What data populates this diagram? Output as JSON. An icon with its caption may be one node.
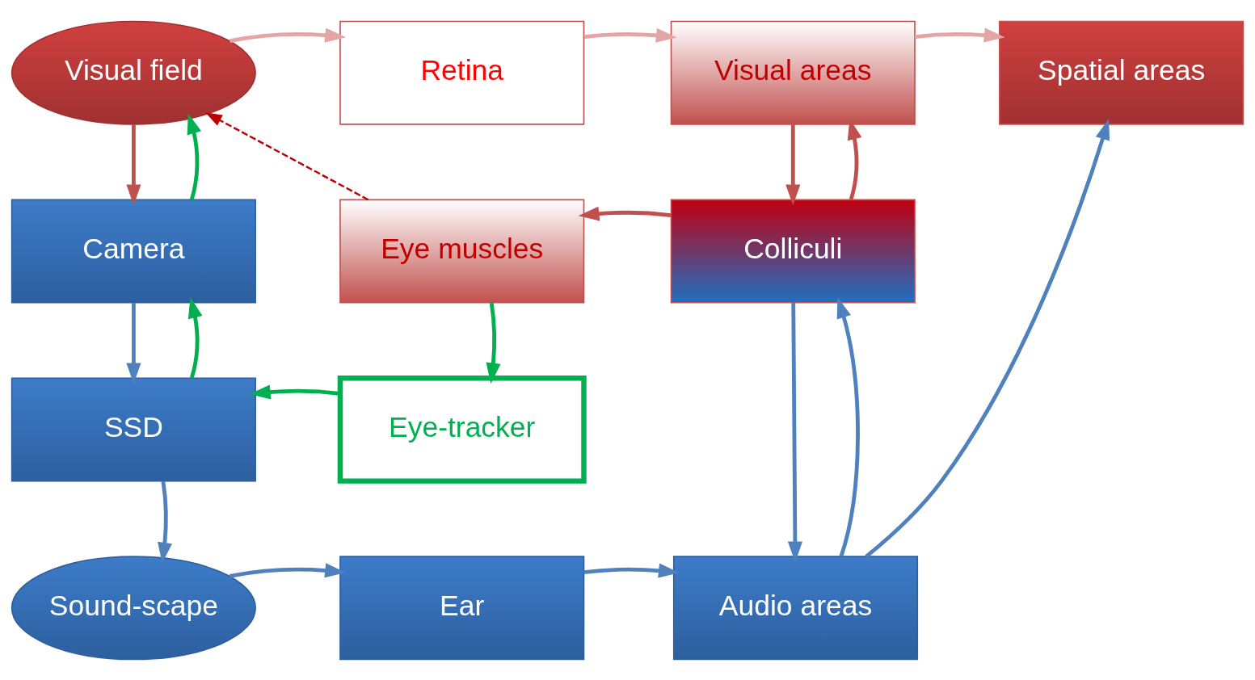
{
  "diagram": {
    "nodes": [
      {
        "text": [
          "Visual field"
        ]
      },
      {
        "text": [
          "Retina"
        ]
      },
      {
        "text": [
          "Visual areas"
        ]
      },
      {
        "text": [
          "Spatial areas"
        ]
      },
      {
        "text": [
          "Camera"
        ]
      },
      {
        "text": [
          "Eye muscles"
        ]
      },
      {
        "text": [
          "Colliculi"
        ]
      },
      {
        "text": [
          "SSD"
        ]
      },
      {
        "text": [
          "Eye-tracker"
        ]
      },
      {
        "text": [
          "Sound-scape"
        ]
      },
      {
        "text": [
          "Ear"
        ]
      },
      {
        "text": [
          "Audio areas"
        ]
      }
    ],
    "edges": [
      {
        "from": 0,
        "to": 1,
        "arrow": "to",
        "color": "#e6a5a5"
      },
      {
        "from": 1,
        "to": 2,
        "arrow": "to",
        "color": "#e6a5a5"
      },
      {
        "from": 2,
        "to": 3,
        "arrow": "to",
        "color": "#e6a5a5"
      },
      {
        "from": 0,
        "to": 4,
        "arrow": "to",
        "color": "#c0504d"
      },
      {
        "from": 4,
        "to": 0,
        "arrow": "to",
        "color": "#00b050"
      },
      {
        "from": 2,
        "to": 6,
        "arrow": "to",
        "color": "#c0504d"
      },
      {
        "from": 6,
        "to": 2,
        "arrow": "to",
        "color": "#c0504d"
      },
      {
        "from": 6,
        "to": 5,
        "arrow": "to",
        "color": "#c0504d"
      },
      {
        "from": 5,
        "to": 0,
        "arrow": "to",
        "style": "dashed",
        "color": "#c00000"
      },
      {
        "from": 5,
        "to": 8,
        "arrow": "to",
        "color": "#00b050"
      },
      {
        "from": 4,
        "to": 7,
        "arrow": "to"
      },
      {
        "from": 7,
        "to": 4,
        "arrow": "to",
        "color": "#00b050"
      },
      {
        "from": 8,
        "to": 7,
        "arrow": "to",
        "color": "#00b050"
      },
      {
        "from": 7,
        "to": 9,
        "arrow": "to"
      },
      {
        "from": 9,
        "to": 10,
        "arrow": "to"
      },
      {
        "from": 10,
        "to": 11,
        "arrow": "to"
      },
      {
        "from": 6,
        "to": 11,
        "arrow": "to"
      },
      {
        "from": 11,
        "to": 6,
        "arrow": "to"
      },
      {
        "from": 11,
        "to": 3,
        "arrow": "to"
      }
    ]
  }
}
